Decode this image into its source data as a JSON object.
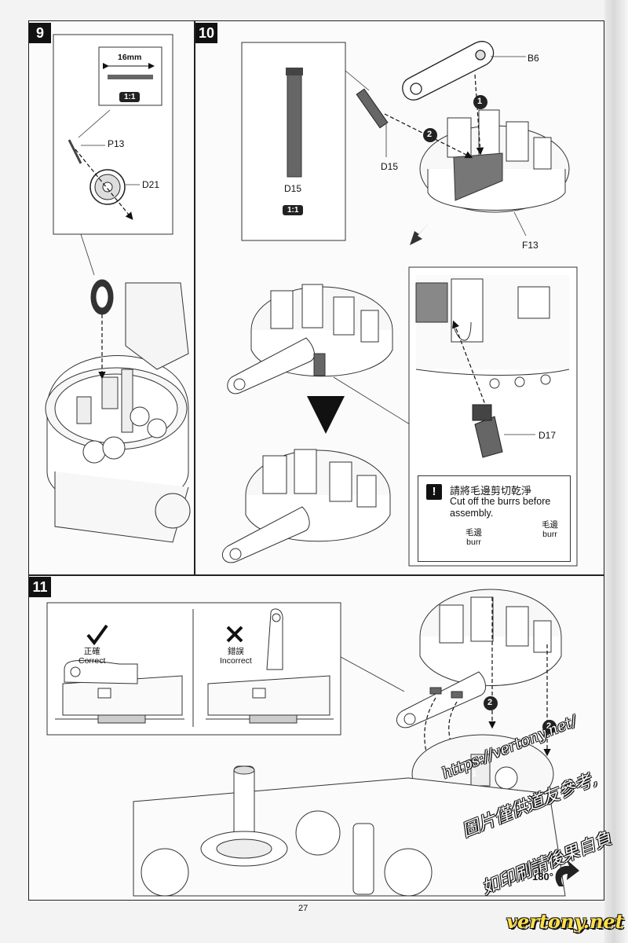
{
  "page_number": "27",
  "steps": {
    "s9": "9",
    "s10": "10",
    "s11": "11"
  },
  "step9": {
    "dimension": "16mm",
    "scale": "1:1",
    "part_pin": "P13",
    "part_gear": "D21"
  },
  "step10": {
    "part_arm": "B6",
    "part_shaft": "D15",
    "part_shaft_inset": "D15",
    "scale": "1:1",
    "part_base": "F13",
    "part_lever": "D17",
    "callout_1": "1",
    "callout_2": "2",
    "warning": {
      "icon": "!",
      "title_zh": "請將毛邊剪切乾淨",
      "text_en": "Cut off the burrs before assembly.",
      "burr_left_zh": "毛邊",
      "burr_left_en": "burr",
      "burr_right_zh": "毛邊",
      "burr_right_en": "burr"
    }
  },
  "step11": {
    "correct_zh": "正確",
    "correct_en": "Correct",
    "incorrect_zh": "錯誤",
    "incorrect_en": "Incorrect",
    "callout_1a": "1",
    "callout_1b": "1",
    "callout_2a": "2",
    "callout_2b": "2",
    "rotation": "180°"
  },
  "watermark": {
    "url": "https://vertony.net/",
    "line1": "圖片僅供道友參考,",
    "line2": "如印刷請後果自負",
    "site": "vertony.net"
  }
}
